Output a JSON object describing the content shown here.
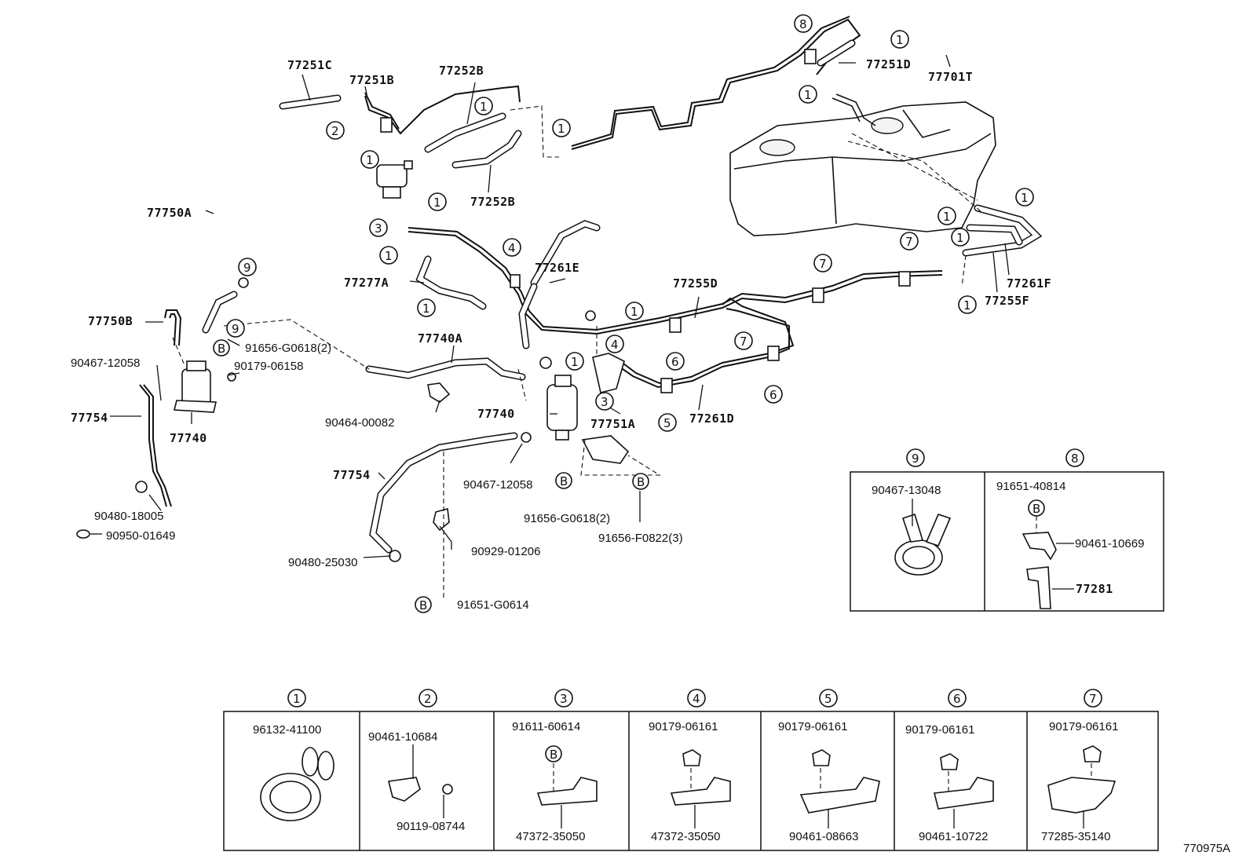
{
  "diagram_id": "770975A",
  "labels": {
    "p77251C": "77251C",
    "p77251B": "77251B",
    "p77252B_top": "77252B",
    "p77252B_bot": "77252B",
    "p77251D": "77251D",
    "p77701T": "77701T",
    "p77750A": "77750A",
    "p77750B": "77750B",
    "p77277A": "77277A",
    "p77261E": "77261E",
    "p77255D": "77255D",
    "p77261F": "77261F",
    "p77255F": "77255F",
    "p77740A": "77740A",
    "p77740_left": "77740",
    "p77740_mid": "77740",
    "p77751A": "77751A",
    "p77261D": "77261D",
    "p77754_left": "77754",
    "p77754_mid": "77754",
    "p90467_12058_left": "90467-12058",
    "p90467_12058_mid": "90467-12058",
    "p91656_G0618_left": "91656-G0618(2)",
    "p91656_G0618_mid": "91656-G0618(2)",
    "p90179_06158": "90179-06158",
    "p90464_00082": "90464-00082",
    "p90480_18005": "90480-18005",
    "p90950_01649": "90950-01649",
    "p90480_25030": "90480-25030",
    "p90929_01206": "90929-01206",
    "p91656_F0822": "91656-F0822(3)",
    "p91651_G0614": "91651-G0614"
  },
  "callout_symbols": {
    "n1": "1",
    "n2": "2",
    "n3": "3",
    "n4": "4",
    "n5": "5",
    "n6": "6",
    "n7": "7",
    "n8": "8",
    "n9": "9",
    "b": "B"
  },
  "inset_9_8": {
    "header_9": "9",
    "header_8": "8",
    "part_90467_13048": "90467-13048",
    "part_91651_40814": "91651-40814",
    "part_90461_10669": "90461-10669",
    "part_77281": "77281"
  },
  "bottom_table": [
    {
      "num": "1",
      "top": "96132-41100",
      "bottom": ""
    },
    {
      "num": "2",
      "top": "90461-10684",
      "bottom": "90119-08744"
    },
    {
      "num": "3",
      "top": "91611-60614",
      "bottom": "47372-35050"
    },
    {
      "num": "4",
      "top": "90179-06161",
      "bottom": "47372-35050"
    },
    {
      "num": "5",
      "top": "90179-06161",
      "bottom": "90461-08663"
    },
    {
      "num": "6",
      "top": "90179-06161",
      "bottom": "90461-10722"
    },
    {
      "num": "7",
      "top": "90179-06161",
      "bottom": "77285-35140"
    }
  ]
}
